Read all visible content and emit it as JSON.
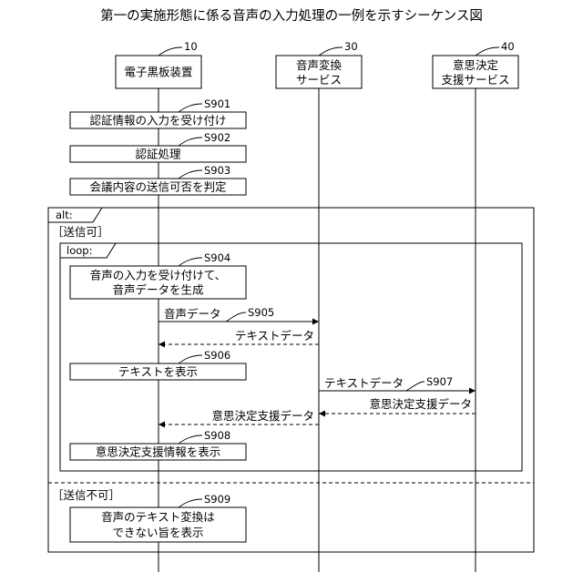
{
  "title": "第一の実施形態に係る音声の入力処理の一例を示すシーケンス図",
  "participants": [
    {
      "id": "10",
      "name": "電子黒板装置",
      "lines": [
        "電子黒板装置"
      ]
    },
    {
      "id": "30",
      "name": "音声変換サービス",
      "lines": [
        "音声変換",
        "サービス"
      ]
    },
    {
      "id": "40",
      "name": "意思決定支援サービス",
      "lines": [
        "意思決定",
        "支援サービス"
      ]
    }
  ],
  "frames": {
    "alt": {
      "label": "alt:",
      "guard_1": "［送信可］",
      "guard_2": "［送信不可］"
    },
    "loop": {
      "label": "loop:"
    }
  },
  "steps": {
    "S901": {
      "step": "S901",
      "text": "認証情報の入力を受け付け"
    },
    "S902": {
      "step": "S902",
      "text": "認証処理"
    },
    "S903": {
      "step": "S903",
      "text": "会議内容の送信可否を判定"
    },
    "S904": {
      "step": "S904",
      "text_1": "音声の入力を受け付けて、",
      "text_2": "音声データを生成"
    },
    "S905": {
      "step": "S905",
      "text": "音声データ"
    },
    "S905_reply": {
      "text": "テキストデータ"
    },
    "S906": {
      "step": "S906",
      "text": "テキストを表示"
    },
    "S907": {
      "step": "S907",
      "text": "テキストデータ"
    },
    "S907_reply": {
      "text": "意思決定支援データ"
    },
    "S907_reply2": {
      "text": "意思決定支援データ"
    },
    "S908": {
      "step": "S908",
      "text": "意思決定支援情報を表示"
    },
    "S909": {
      "step": "S909",
      "text_1": "音声のテキスト変換は",
      "text_2": "できない旨を表示"
    }
  }
}
